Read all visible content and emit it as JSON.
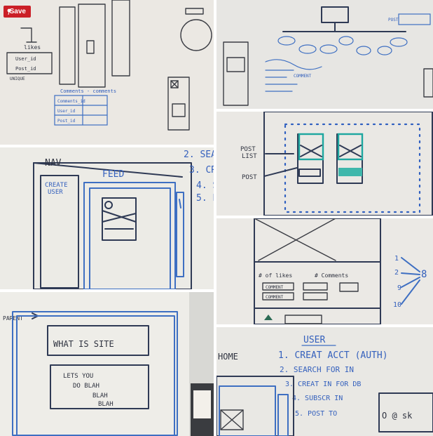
{
  "save_button": {
    "label": "Save",
    "icon": "pinterest-pin-icon",
    "color": "#cb1f27"
  },
  "tiles": {
    "t1": {
      "labels": [
        "likes",
        "User_id",
        "Post_id",
        "Comments - comments",
        "Comments_id",
        "User_id",
        "Post_id"
      ],
      "tag": "UNIQUE"
    },
    "t3": {
      "labels": [
        "NAV",
        "FEED",
        "CREATE",
        "USER",
        "2. SEA",
        "3. CR",
        "4. S",
        "5. P"
      ]
    },
    "t4": {
      "labels": [
        "POST",
        "LIST",
        "POST"
      ]
    },
    "t5": {
      "labels": [
        "# of likes",
        "# Comments",
        "COMMENT",
        "COMMENT",
        "1",
        "2",
        "8",
        "9",
        "10"
      ]
    },
    "t6": {
      "labels": [
        "PARENT",
        "WHAT IS SITE",
        "LETS YOU",
        "DO BLAH",
        "BLAH",
        "BLAH"
      ]
    },
    "t7": {
      "labels": [
        "USER",
        "HOME",
        "1. CREAT ACCT (AUTH)",
        "2. SEARCH FOR IN",
        "3. CREAT IN FOR DB",
        "4. SUBSCR IN",
        "5. POST TO",
        "O @ sk"
      ]
    }
  }
}
